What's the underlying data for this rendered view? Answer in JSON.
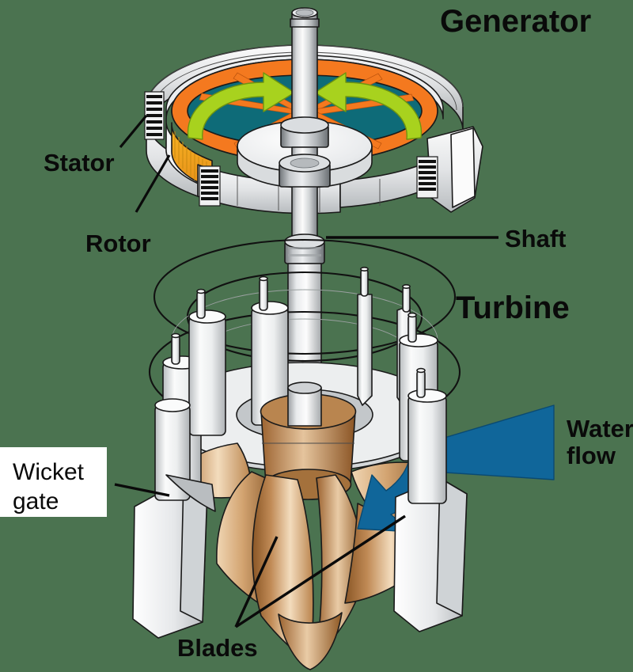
{
  "diagram": {
    "title_generator": "Generator",
    "title_turbine": "Turbine",
    "subject": "hydroelectric-turbine-generator-cutaway"
  },
  "labels": {
    "generator": "Generator",
    "stator": "Stator",
    "rotor": "Rotor",
    "shaft": "Shaft",
    "turbine": "Turbine",
    "water_flow_line1": "Water",
    "water_flow_line2": "flow",
    "wicket_gate_line1": "Wicket",
    "wicket_gate_line2": "gate",
    "blades": "Blades"
  },
  "colors": {
    "background": "#4b7350",
    "teal": "#0e6b78",
    "orange": "#f4791f",
    "orange_dark": "#e8690f",
    "rotor_yellow": "#f7b523",
    "arrow_green": "#a8d21e",
    "arrow_green_dark": "#8fb816",
    "water_blue": "#10669a",
    "metal_light": "#f2f2f2",
    "metal_mid": "#c9ccce",
    "metal_dark": "#8e9296",
    "bronze_light": "#f0d2ae",
    "bronze_mid": "#c89464",
    "bronze_dark": "#8a5626",
    "label_text": "#0a0a0a",
    "label_box": "#ffffff",
    "fin_black": "#111111"
  }
}
